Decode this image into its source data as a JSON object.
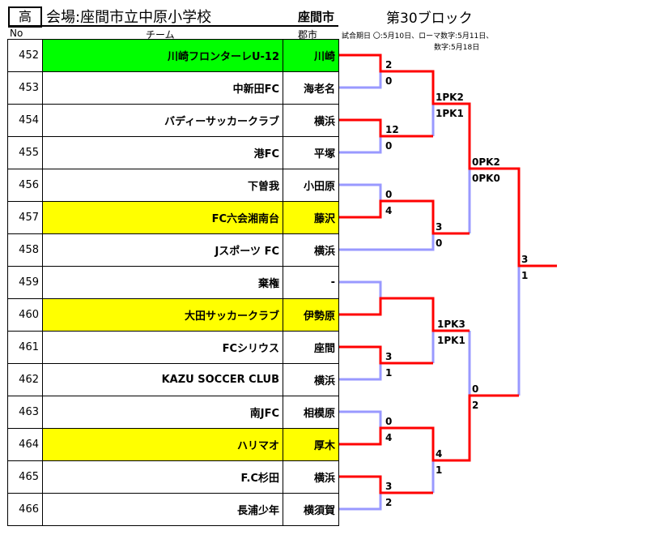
{
  "header": {
    "badge": "高",
    "venue": "会場:座間市立中原小学校",
    "city": "座間市",
    "block": "第30ブロック",
    "col_no": "No",
    "col_team": "チーム",
    "col_city": "郡市",
    "note1": "試合期日 〇:5月10日、ローマ数字:5月11日、",
    "note2": "数字:5月18日"
  },
  "colors": {
    "green": "#00ff00",
    "yellow": "#ffff00",
    "win": "#ff0000",
    "lose": "#9999ff"
  },
  "teams": [
    {
      "no": "452",
      "name": "川崎フロンターレU-12",
      "city": "川崎",
      "hl": "green"
    },
    {
      "no": "453",
      "name": "中新田FC",
      "city": "海老名",
      "hl": ""
    },
    {
      "no": "454",
      "name": "バディーサッカークラブ",
      "city": "横浜",
      "hl": ""
    },
    {
      "no": "455",
      "name": "港FC",
      "city": "平塚",
      "hl": ""
    },
    {
      "no": "456",
      "name": "下曽我",
      "city": "小田原",
      "hl": ""
    },
    {
      "no": "457",
      "name": "FC六会湘南台",
      "city": "藤沢",
      "hl": "yellow"
    },
    {
      "no": "458",
      "name": "Jスポーツ FC",
      "city": "横浜",
      "hl": ""
    },
    {
      "no": "459",
      "name": "棄権",
      "city": "-",
      "hl": ""
    },
    {
      "no": "460",
      "name": "大田サッカークラブ",
      "city": "伊勢原",
      "hl": "yellow"
    },
    {
      "no": "461",
      "name": "FCシリウス",
      "city": "座間",
      "hl": ""
    },
    {
      "no": "462",
      "name": "KAZU SOCCER CLUB",
      "city": "横浜",
      "hl": ""
    },
    {
      "no": "463",
      "name": "南JFC",
      "city": "相模原",
      "hl": ""
    },
    {
      "no": "464",
      "name": "ハリマオ",
      "city": "厚木",
      "hl": "yellow"
    },
    {
      "no": "465",
      "name": "F.C杉田",
      "city": "横浜",
      "hl": ""
    },
    {
      "no": "466",
      "name": "長浦少年",
      "city": "横須賀",
      "hl": ""
    }
  ],
  "scores": [
    "2",
    "0",
    "12",
    "0",
    "0",
    "4",
    "1PK2",
    "1PK1",
    "0PK2",
    "0PK0",
    "3",
    "0",
    "3",
    "1",
    "3",
    "1",
    "1PK3",
    "1PK1",
    "0",
    "2",
    "0",
    "4",
    "4",
    "1",
    "3",
    "2"
  ]
}
